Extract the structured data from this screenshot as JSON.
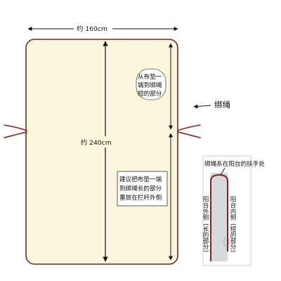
{
  "width_label": "约 160cm",
  "height_label": "约 240cm",
  "callout_short": {
    "lines": [
      "从布垫一",
      "端到绑绳",
      "短的部分"
    ]
  },
  "callout_long": {
    "lines": [
      "建议把布垫一端",
      "到绑绳长的部分",
      "垂放在栏杆外侧"
    ]
  },
  "rope_label": "绑绳",
  "inset": {
    "title": "绑绳系在阳台的扶手处",
    "outer_side": "阳台外侧",
    "outer_part": "(长的部分)",
    "inner_side": "阳台内侧",
    "inner_part": "(短的部分)"
  },
  "colors": {
    "pad_fill": "#fbf7dc",
    "pad_border": "#6d2a20",
    "rope": "#8c1e1e",
    "rail": "#d7d9dc"
  }
}
